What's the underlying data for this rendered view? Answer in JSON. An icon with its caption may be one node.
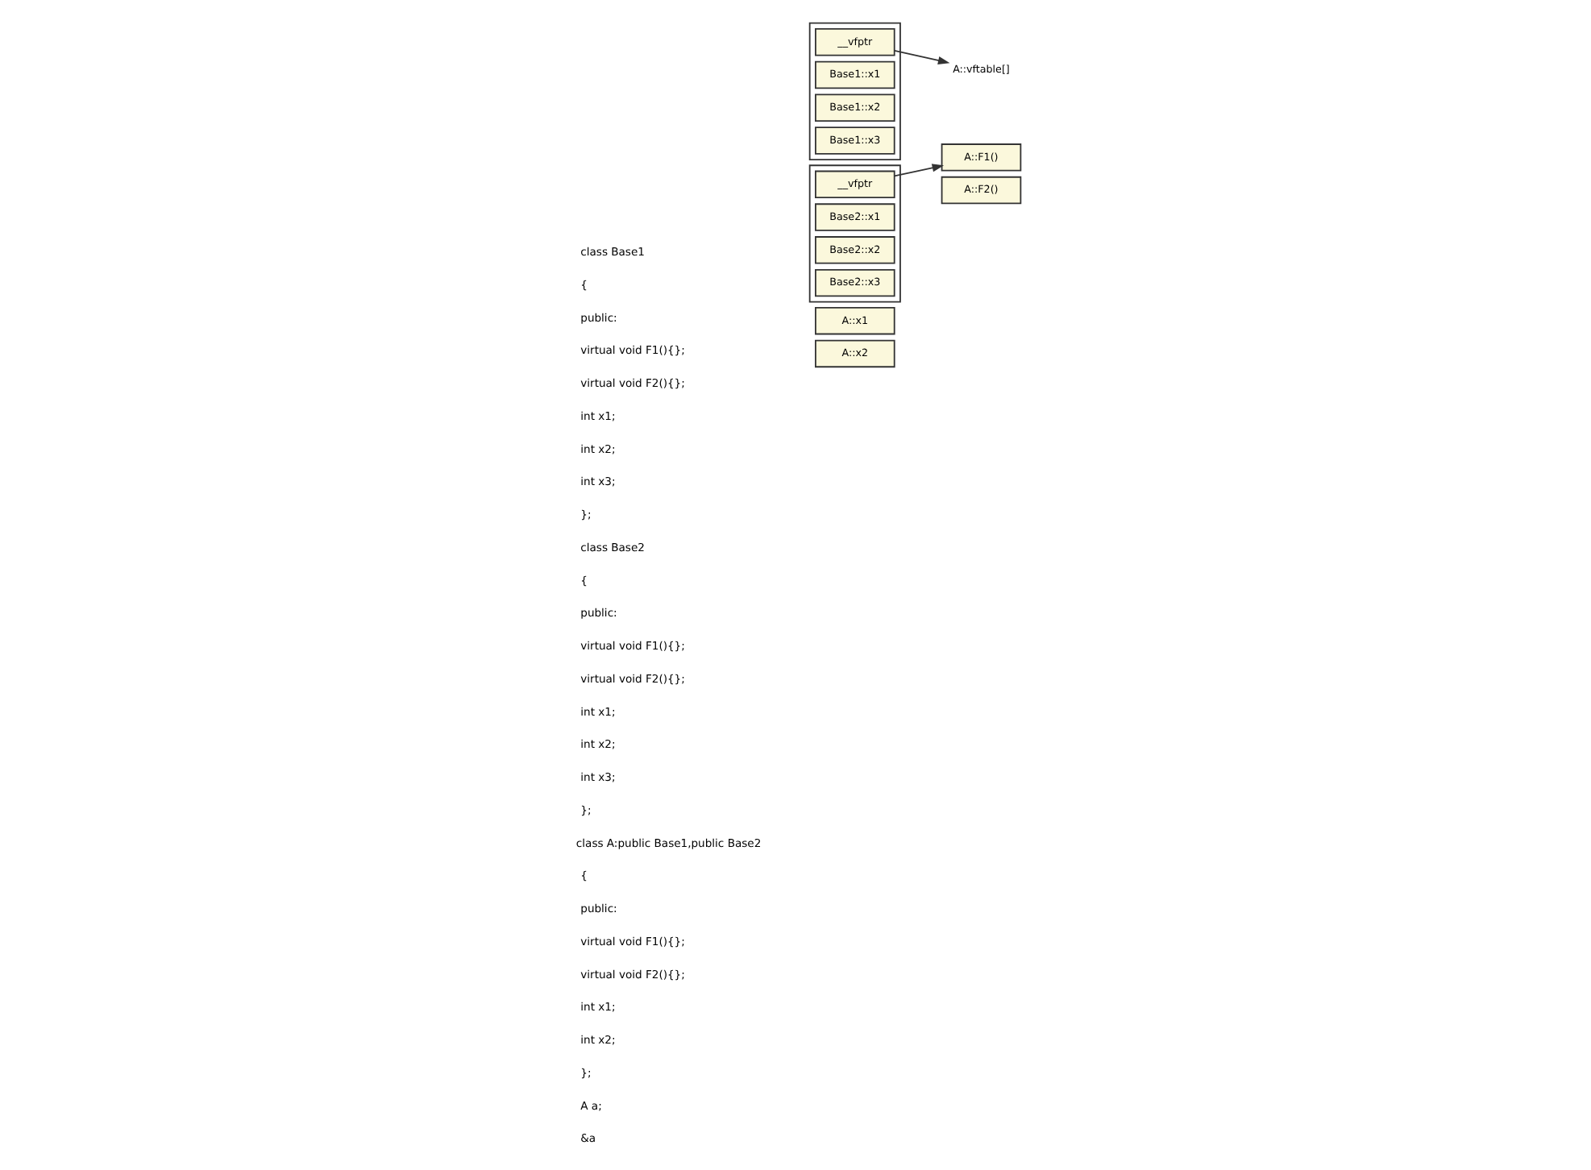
{
  "diagram": {
    "nodes": [
      {
        "text": [],
        "shape": "box"
      },
      {
        "text": [
          "__vfptr"
        ],
        "in": 0
      },
      {
        "text": [
          "Base1::x1"
        ],
        "in": 0
      },
      {
        "text": [
          "Base1::x2"
        ],
        "in": 0
      },
      {
        "text": [
          "Base1::x3"
        ],
        "in": 0
      },
      {
        "text": [],
        "shape": "box"
      },
      {
        "text": [
          "__vfptr"
        ],
        "in": 5
      },
      {
        "text": [
          "Base2::x1"
        ],
        "in": 5
      },
      {
        "text": [
          "Base2::x2"
        ],
        "in": 5
      },
      {
        "text": [
          "Base2::x3"
        ],
        "in": 5
      },
      {
        "text": [
          "A::x1"
        ]
      },
      {
        "text": [
          "A::x2"
        ]
      },
      {
        "text": [
          "A::vftable[]"
        ]
      },
      {
        "text": [
          "A::F1()"
        ]
      },
      {
        "text": [
          "A::F2()"
        ]
      }
    ],
    "edges": [
      {
        "from": 1,
        "to": 12,
        "arrow": "to"
      },
      {
        "from": 6,
        "to": 13,
        "arrow": "to"
      }
    ],
    "labels": [
      "class Base1",
      "{",
      "public:",
      "virtual void F1(){};",
      "virtual void F2(){};",
      "int x1;",
      "int x2;",
      "int x3;",
      "};",
      "class Base2",
      "{",
      "public:",
      "virtual void F1(){};",
      "virtual void F2(){};",
      "int x1;",
      "int x2;",
      "int x3;",
      "};",
      "class A:public Base1,public Base2",
      "{",
      "public:",
      "virtual void F1(){};",
      "virtual void F2(){};",
      "int x1;",
      "int x2;",
      "};",
      "A a;",
      "&a"
    ]
  }
}
